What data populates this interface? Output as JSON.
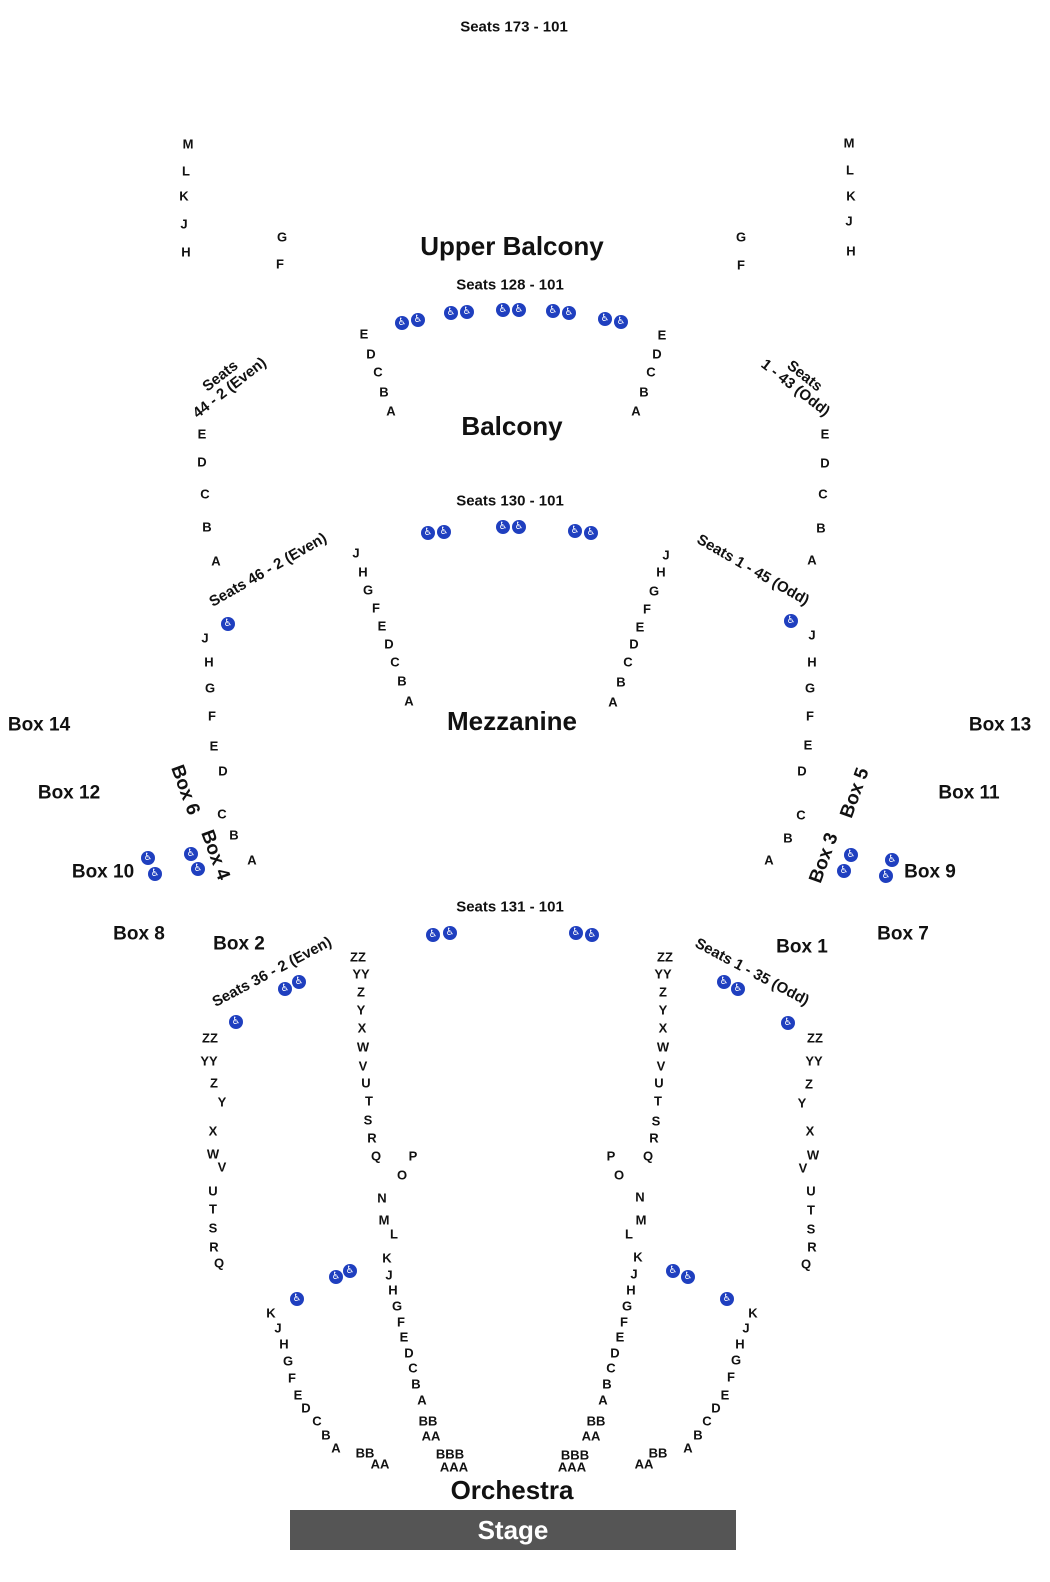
{
  "section_labels": {
    "upper_balcony": "Upper Balcony",
    "balcony": "Balcony",
    "mezzanine": "Mezzanine",
    "orchestra": "Orchestra",
    "stage": "Stage"
  },
  "seat_notes": {
    "top": "Seats 173 - 101",
    "upper_balcony_center": "Seats 128 - 101",
    "balcony_left": "Seats\n44 - 2 (Even)",
    "balcony_right": "Seats\n1 - 43 (Odd)",
    "mezz_center": "Seats 130 - 101",
    "mezz_left": "Seats 46 - 2 (Even)",
    "mezz_right": "Seats 1 - 45 (Odd)",
    "orch_center": "Seats 131 - 101",
    "orch_left": "Seats 36 - 2 (Even)",
    "orch_right": "Seats 1 - 35 (Odd)"
  },
  "boxes": {
    "b1": "Box 1",
    "b2": "Box 2",
    "b3": "Box 3",
    "b4": "Box 4",
    "b5": "Box 5",
    "b6": "Box 6",
    "b7": "Box 7",
    "b8": "Box 8",
    "b9": "Box 9",
    "b10": "Box 10",
    "b11": "Box 11",
    "b12": "Box 12",
    "b13": "Box 13",
    "b14": "Box 14"
  },
  "icon": "wheelchair-icon",
  "wheelchair_glyph": "♿",
  "rows": {
    "ub_far_left": [
      "M",
      "L",
      "K",
      "J",
      "H"
    ],
    "ub_left": [
      "G",
      "F"
    ],
    "ub_right": [
      "G",
      "F"
    ],
    "ub_far_right": [
      "M",
      "L",
      "K",
      "J",
      "H"
    ],
    "ub_center_left": [
      "E",
      "D",
      "C",
      "B",
      "A"
    ],
    "ub_center_right": [
      "E",
      "D",
      "C",
      "B",
      "A"
    ],
    "bal_left": [
      "E",
      "D",
      "C",
      "B",
      "A"
    ],
    "bal_right": [
      "E",
      "D",
      "C",
      "B",
      "A"
    ],
    "mezz_center_left": [
      "J",
      "H",
      "G",
      "F",
      "E",
      "D",
      "C",
      "B",
      "A"
    ],
    "mezz_center_right": [
      "J",
      "H",
      "G",
      "F",
      "E",
      "D",
      "C",
      "B",
      "A"
    ],
    "mezz_left": [
      "J",
      "H",
      "G",
      "F",
      "E",
      "D",
      "C",
      "B",
      "A"
    ],
    "mezz_right": [
      "J",
      "H",
      "G",
      "F",
      "E",
      "D",
      "C",
      "B",
      "A"
    ],
    "orch_center_left": [
      "ZZ",
      "YY",
      "Z",
      "Y",
      "X",
      "W",
      "V",
      "U",
      "T",
      "S",
      "R",
      "Q",
      "P",
      "O",
      "N",
      "M",
      "L",
      "K",
      "J",
      "H",
      "G",
      "F",
      "E",
      "D",
      "C",
      "B",
      "A",
      "BB",
      "AA",
      "BBB",
      "AAA"
    ],
    "orch_center_right": [
      "ZZ",
      "YY",
      "Z",
      "Y",
      "X",
      "W",
      "V",
      "U",
      "T",
      "S",
      "R",
      "Q",
      "P",
      "O",
      "N",
      "M",
      "L",
      "K",
      "J",
      "H",
      "G",
      "F",
      "E",
      "D",
      "C",
      "B",
      "A",
      "BB",
      "AA",
      "BBB",
      "AAA"
    ],
    "orch_left_rear": [
      "ZZ",
      "YY",
      "Z",
      "Y",
      "X",
      "W",
      "V",
      "U",
      "T",
      "S",
      "R",
      "Q"
    ],
    "orch_right_rear": [
      "ZZ",
      "YY",
      "Z",
      "Y",
      "X",
      "W",
      "V",
      "U",
      "T",
      "S",
      "R",
      "Q"
    ],
    "orch_left_front": [
      "K",
      "J",
      "H",
      "G",
      "F",
      "E",
      "D",
      "C",
      "B",
      "A",
      "BB",
      "AA"
    ],
    "orch_right_front": [
      "K",
      "J",
      "H",
      "G",
      "F",
      "E",
      "D",
      "C",
      "B",
      "A",
      "BB",
      "AA"
    ]
  }
}
